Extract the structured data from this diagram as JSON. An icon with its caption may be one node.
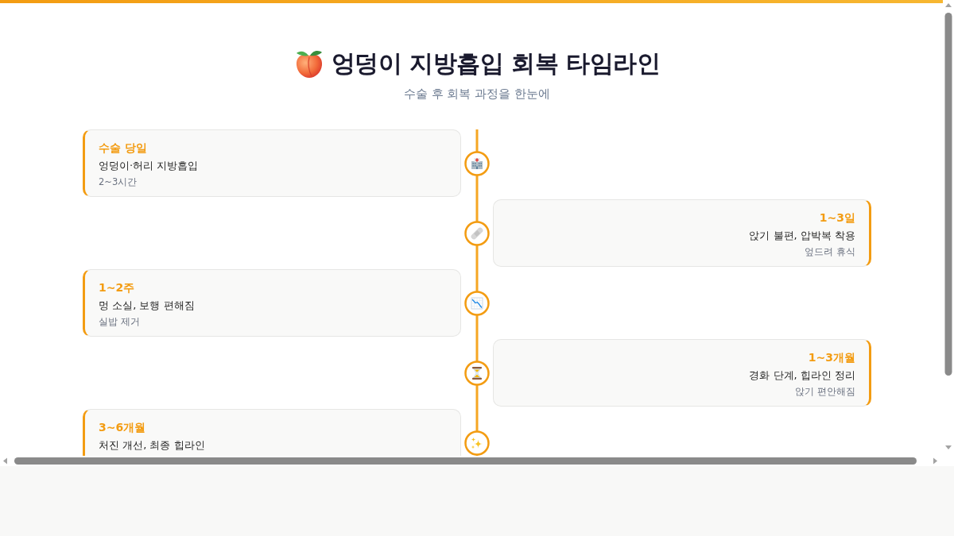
{
  "diagram": {
    "title": "엉덩이 지방흡입 회복 타임라인",
    "nodes": [
      {
        "text": [
          "수술 당일",
          "엉덩이·허리 지방흡입",
          "2~3시간"
        ]
      },
      {
        "text": [
          "1~3일",
          "앉기 불편, 압박복 착용",
          "엎드려 휴식"
        ]
      },
      {
        "text": [
          "1~2주",
          "멍 소실, 보행 편해짐",
          "실밥 제거"
        ]
      },
      {
        "text": [
          "1~3개월",
          "경화 단계, 힙라인 정리",
          "앉기 편안해짐"
        ]
      },
      {
        "text": [
          "3~6개월",
          "처진 개선, 최종 힙라인"
        ]
      }
    ],
    "labels": [
      "수술 후 회복 과정을 한눈에"
    ]
  }
}
